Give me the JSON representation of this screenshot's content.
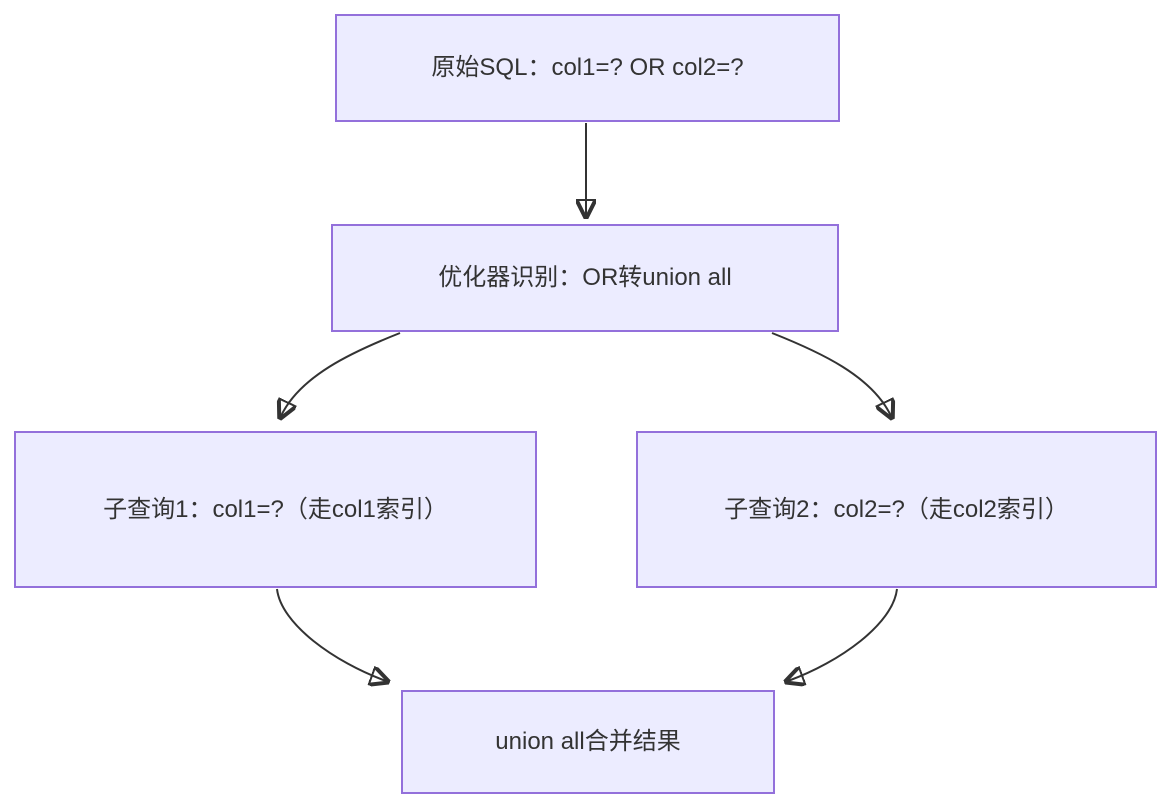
{
  "diagram": {
    "type": "flowchart",
    "direction": "top-down",
    "colors": {
      "node_fill": "#ECECFF",
      "node_border": "#9370DB",
      "edge_color": "#333333",
      "text_color": "#333333",
      "background": "#ffffff"
    },
    "nodes": [
      {
        "id": "original-sql",
        "label": "原始SQL：col1=? OR col2=?"
      },
      {
        "id": "optimizer",
        "label": "优化器识别：OR转union all"
      },
      {
        "id": "subquery1",
        "label": "子查询1：col1=?（走col1索引）"
      },
      {
        "id": "subquery2",
        "label": "子查询2：col2=?（走col2索引）"
      },
      {
        "id": "union-all",
        "label": "union all合并结果"
      }
    ],
    "edges": [
      {
        "from": "original-sql",
        "to": "optimizer"
      },
      {
        "from": "optimizer",
        "to": "subquery1"
      },
      {
        "from": "optimizer",
        "to": "subquery2"
      },
      {
        "from": "subquery1",
        "to": "union-all"
      },
      {
        "from": "subquery2",
        "to": "union-all"
      }
    ]
  }
}
